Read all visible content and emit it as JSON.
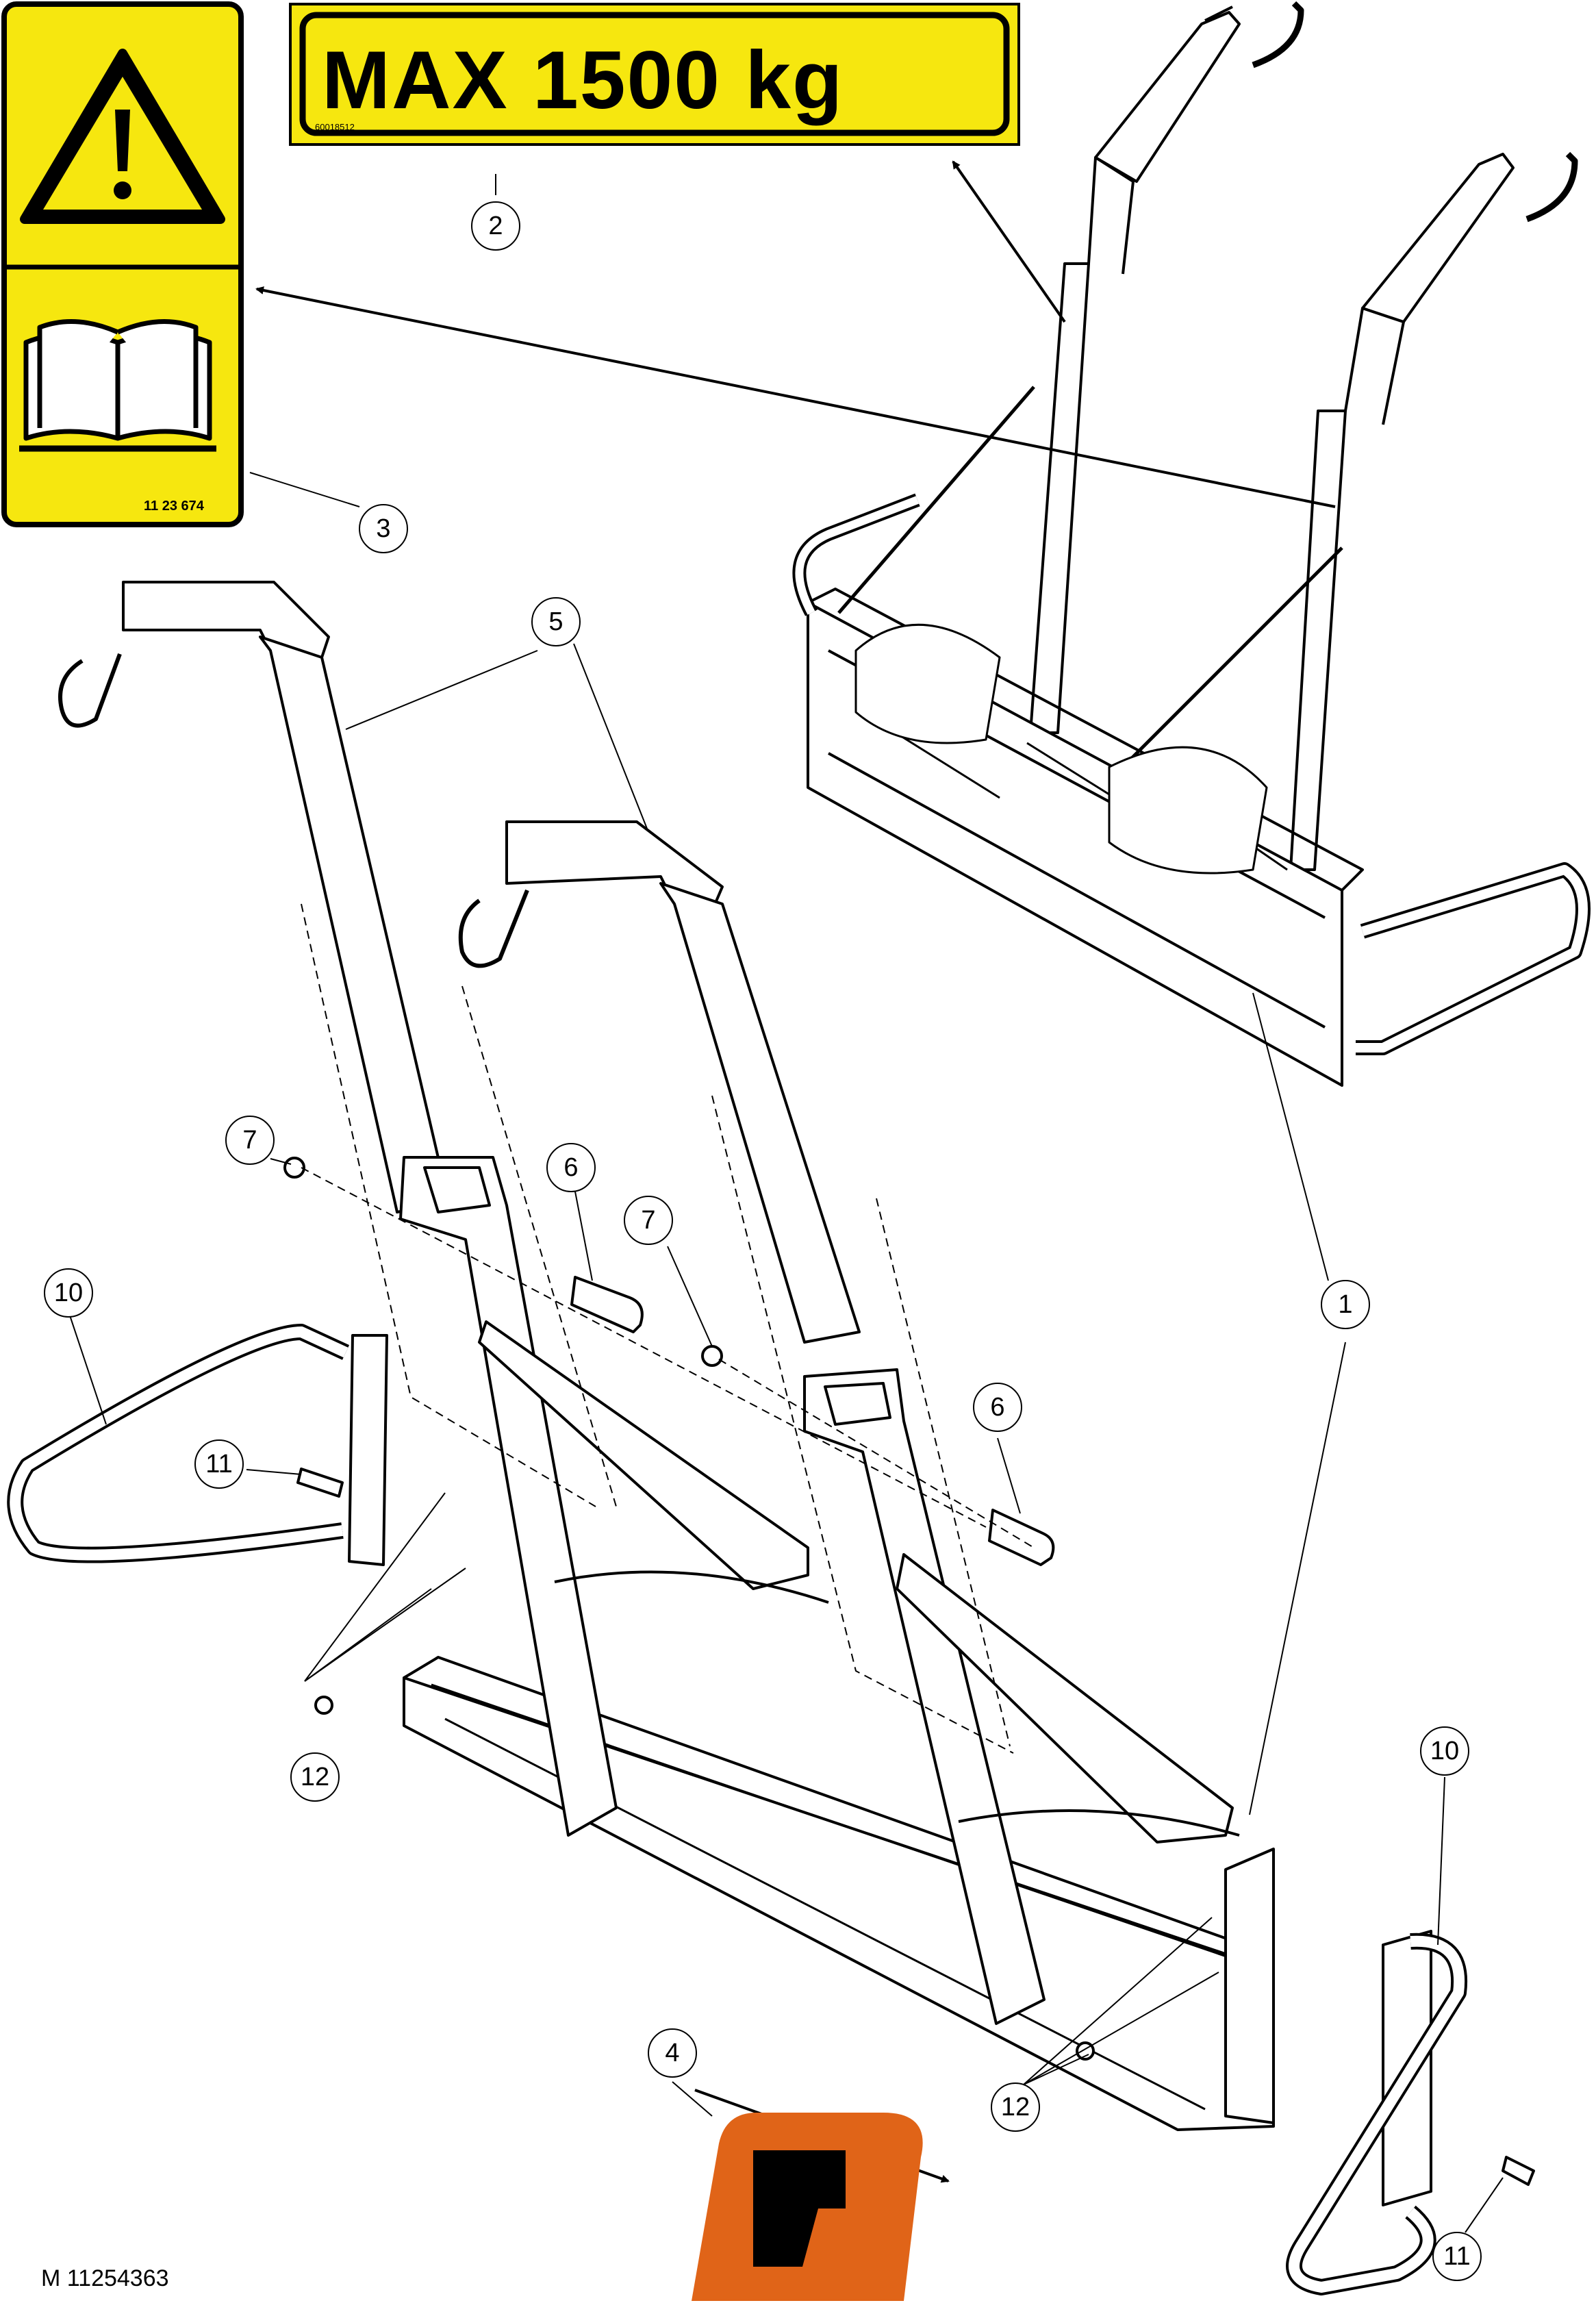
{
  "decal_load": {
    "text": "MAX 1500 kg",
    "code": "60018512"
  },
  "decal_warning": {
    "code": "11 23 674"
  },
  "callouts": {
    "c1": "1",
    "c2": "2",
    "c3": "3",
    "c4": "4",
    "c5": "5",
    "c6": "6",
    "c7": "7",
    "c10": "10",
    "c11": "11",
    "c12": "12"
  },
  "reference": "M 11254363",
  "colors": {
    "decal_yellow": "#f6e70f",
    "logo_orange": "#e06418",
    "ink": "#000000"
  },
  "icons": [
    "warning-triangle-icon",
    "manual-book-icon",
    "brand-logo-icon"
  ]
}
